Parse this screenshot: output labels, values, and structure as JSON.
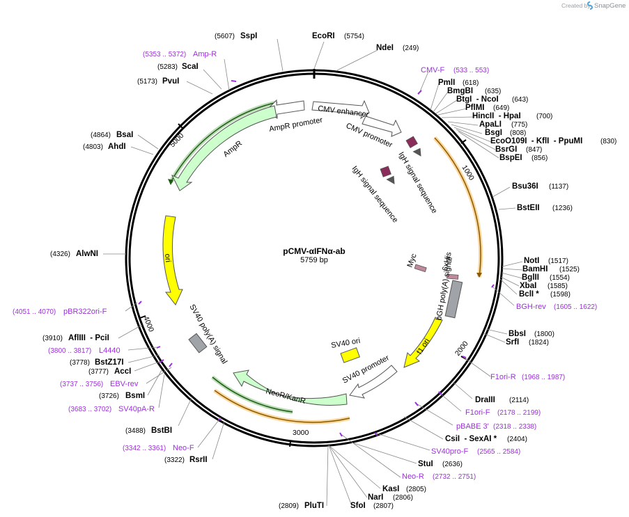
{
  "credit": {
    "created_by": "Created by",
    "brand": "SnapGene"
  },
  "plasmid": {
    "name": "pCMV-αIFNα-ab",
    "size": "5759 bp"
  },
  "ticks": [
    "1000",
    "2000",
    "3000",
    "4000",
    "5000"
  ],
  "enzymes": [
    {
      "name": "EcoRI",
      "pos": "(5754)"
    },
    {
      "name": "NdeI",
      "pos": "(249)"
    },
    {
      "name": "SspI",
      "pos": "(5607)"
    },
    {
      "name": "ScaI",
      "pos": "(5283)"
    },
    {
      "name": "PvuI",
      "pos": "(5173)"
    },
    {
      "name": "PmlI",
      "pos": "(618)"
    },
    {
      "name": "BmgBI",
      "pos": "(635)"
    },
    {
      "name": "BtgI  - NcoI",
      "pos": "(643)"
    },
    {
      "name": "PflMI",
      "pos": "(649)"
    },
    {
      "name": "HincII  - HpaI",
      "pos": "(700)"
    },
    {
      "name": "ApaLI",
      "pos": "(775)"
    },
    {
      "name": "BsgI",
      "pos": "(808)"
    },
    {
      "name": "EcoO109I  - KflI  - PpuMI",
      "pos": "(830)"
    },
    {
      "name": "BsrGI",
      "pos": "(847)"
    },
    {
      "name": "BspEI",
      "pos": "(856)"
    },
    {
      "name": "BsaI",
      "pos": "(4864)"
    },
    {
      "name": "AhdI",
      "pos": "(4803)"
    },
    {
      "name": "Bsu36I",
      "pos": "(1137)"
    },
    {
      "name": "BstEII",
      "pos": "(1236)"
    },
    {
      "name": "AlwNI",
      "pos": "(4326)"
    },
    {
      "name": "NotI",
      "pos": "(1517)"
    },
    {
      "name": "BamHI",
      "pos": "(1525)"
    },
    {
      "name": "BglII",
      "pos": "(1554)"
    },
    {
      "name": "XbaI",
      "pos": "(1585)"
    },
    {
      "name": "BclI *",
      "pos": "(1598)"
    },
    {
      "name": "BbsI",
      "pos": "(1800)"
    },
    {
      "name": "SrfI",
      "pos": "(1824)"
    },
    {
      "name": "AflIII  - PciI",
      "pos": "(3910)"
    },
    {
      "name": "BstZ17I",
      "pos": "(3778)"
    },
    {
      "name": "AccI",
      "pos": "(3777)"
    },
    {
      "name": "BsmI",
      "pos": "(3726)"
    },
    {
      "name": "DraIII",
      "pos": "(2114)"
    },
    {
      "name": "CsiI  - SexAI *",
      "pos": "(2404)"
    },
    {
      "name": "BstBI",
      "pos": "(3488)"
    },
    {
      "name": "StuI",
      "pos": "(2636)"
    },
    {
      "name": "RsrII",
      "pos": "(3322)"
    },
    {
      "name": "KasI",
      "pos": "(2805)"
    },
    {
      "name": "NarI",
      "pos": "(2806)"
    },
    {
      "name": "PluTI",
      "pos": "(2809)"
    },
    {
      "name": "SfoI",
      "pos": "(2807)"
    }
  ],
  "primers": [
    {
      "name": "Amp-R",
      "pos": "(5353 .. 5372)"
    },
    {
      "name": "CMV-F",
      "pos": "(533 .. 553)"
    },
    {
      "name": "pBR322ori-F",
      "pos": "(4051 .. 4070)"
    },
    {
      "name": "BGH-rev",
      "pos": "(1605 .. 1622)"
    },
    {
      "name": "L4440",
      "pos": "(3800 .. 3817)"
    },
    {
      "name": "EBV-rev",
      "pos": "(3737 .. 3756)"
    },
    {
      "name": "SV40pA-R",
      "pos": "(3683 .. 3702)"
    },
    {
      "name": "F1ori-R",
      "pos": "(1968 .. 1987)"
    },
    {
      "name": "F1ori-F",
      "pos": "(2178 .. 2199)"
    },
    {
      "name": "pBABE 3'",
      "pos": "(2318 .. 2338)"
    },
    {
      "name": "SV40pro-F",
      "pos": "(2565 .. 2584)"
    },
    {
      "name": "Neo-F",
      "pos": "(3342 .. 3361)"
    },
    {
      "name": "Neo-R",
      "pos": "(2732 .. 2751)"
    }
  ],
  "features": {
    "cmv_enhancer": "CMV enhancer",
    "cmv_promoter": "CMV promoter",
    "igh_signal_1": "IgH signal sequence",
    "igh_signal_2": "IgH signal sequence",
    "ampr_promoter": "AmpR promoter",
    "ampr": "AmpR",
    "ori": "ori",
    "myc": "Myc",
    "his": "6xHis",
    "bgh": "bGH poly(A) signal",
    "f1_ori": "f1 ori",
    "sv40_ori": "SV40 ori",
    "sv40_promoter": "SV40 promoter",
    "neo": "NeoR/KanR",
    "sv40_polya": "SV40 poly(A) signal"
  },
  "colors": {
    "backbone": "#000000",
    "primer": "#9b30d9",
    "promoter_fill": "#ffffff",
    "marker_fill": "#ccffcc",
    "ori_fill": "#ffff00",
    "polya_fill": "#a0a4a8",
    "signal_fill": "#8b2d5a",
    "tag_fill": "#c08a9c",
    "orf_orange": "#f5a623",
    "orf_green": "#3a9a2a"
  }
}
